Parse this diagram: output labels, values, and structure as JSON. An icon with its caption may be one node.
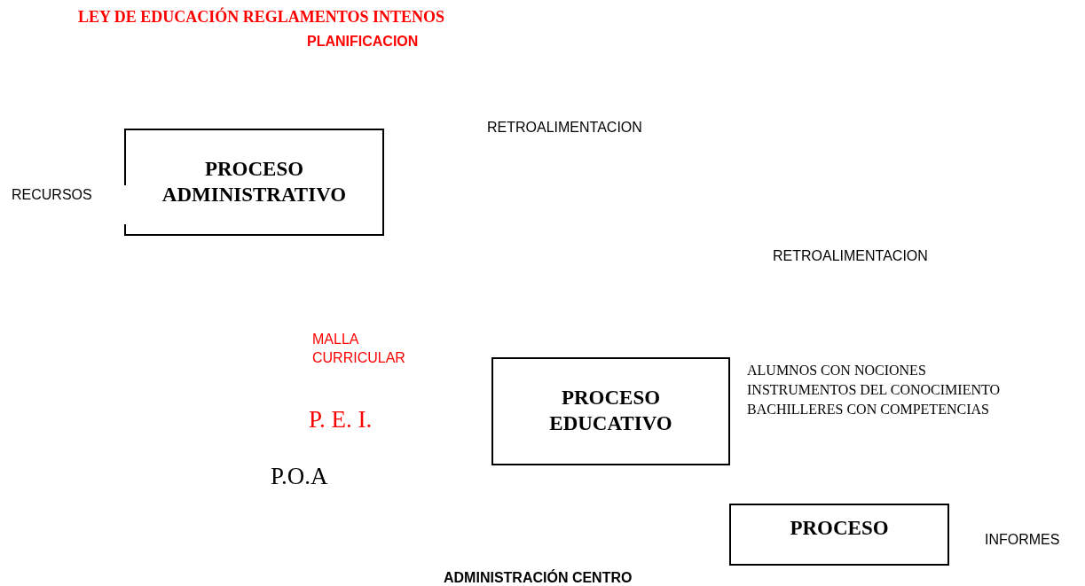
{
  "diagram": {
    "nodes": [
      {
        "text": [
          "PROCESO ADMINISTRATIVO"
        ]
      },
      {
        "text": [
          "PROCESO EDUCATIVO"
        ]
      },
      {
        "text": [
          "PROCESO"
        ]
      }
    ],
    "labels": [
      "LEY DE EDUCACIÓN REGLAMENTOS INTENOS",
      "PLANIFICACION",
      "RETROALIMENTACION",
      "RECURSOS",
      "RETROALIMENTACION",
      "MALLA CURRICULAR",
      "ALUMNOS CON NOCIONES",
      "INSTRUMENTOS DEL CONOCIMIENTO",
      "P. E. I.",
      "BACHILLERES CON COMPETENCIAS",
      "P.O.A",
      "INFORMES",
      "ADMINISTRACIÓN CENTRO"
    ]
  }
}
